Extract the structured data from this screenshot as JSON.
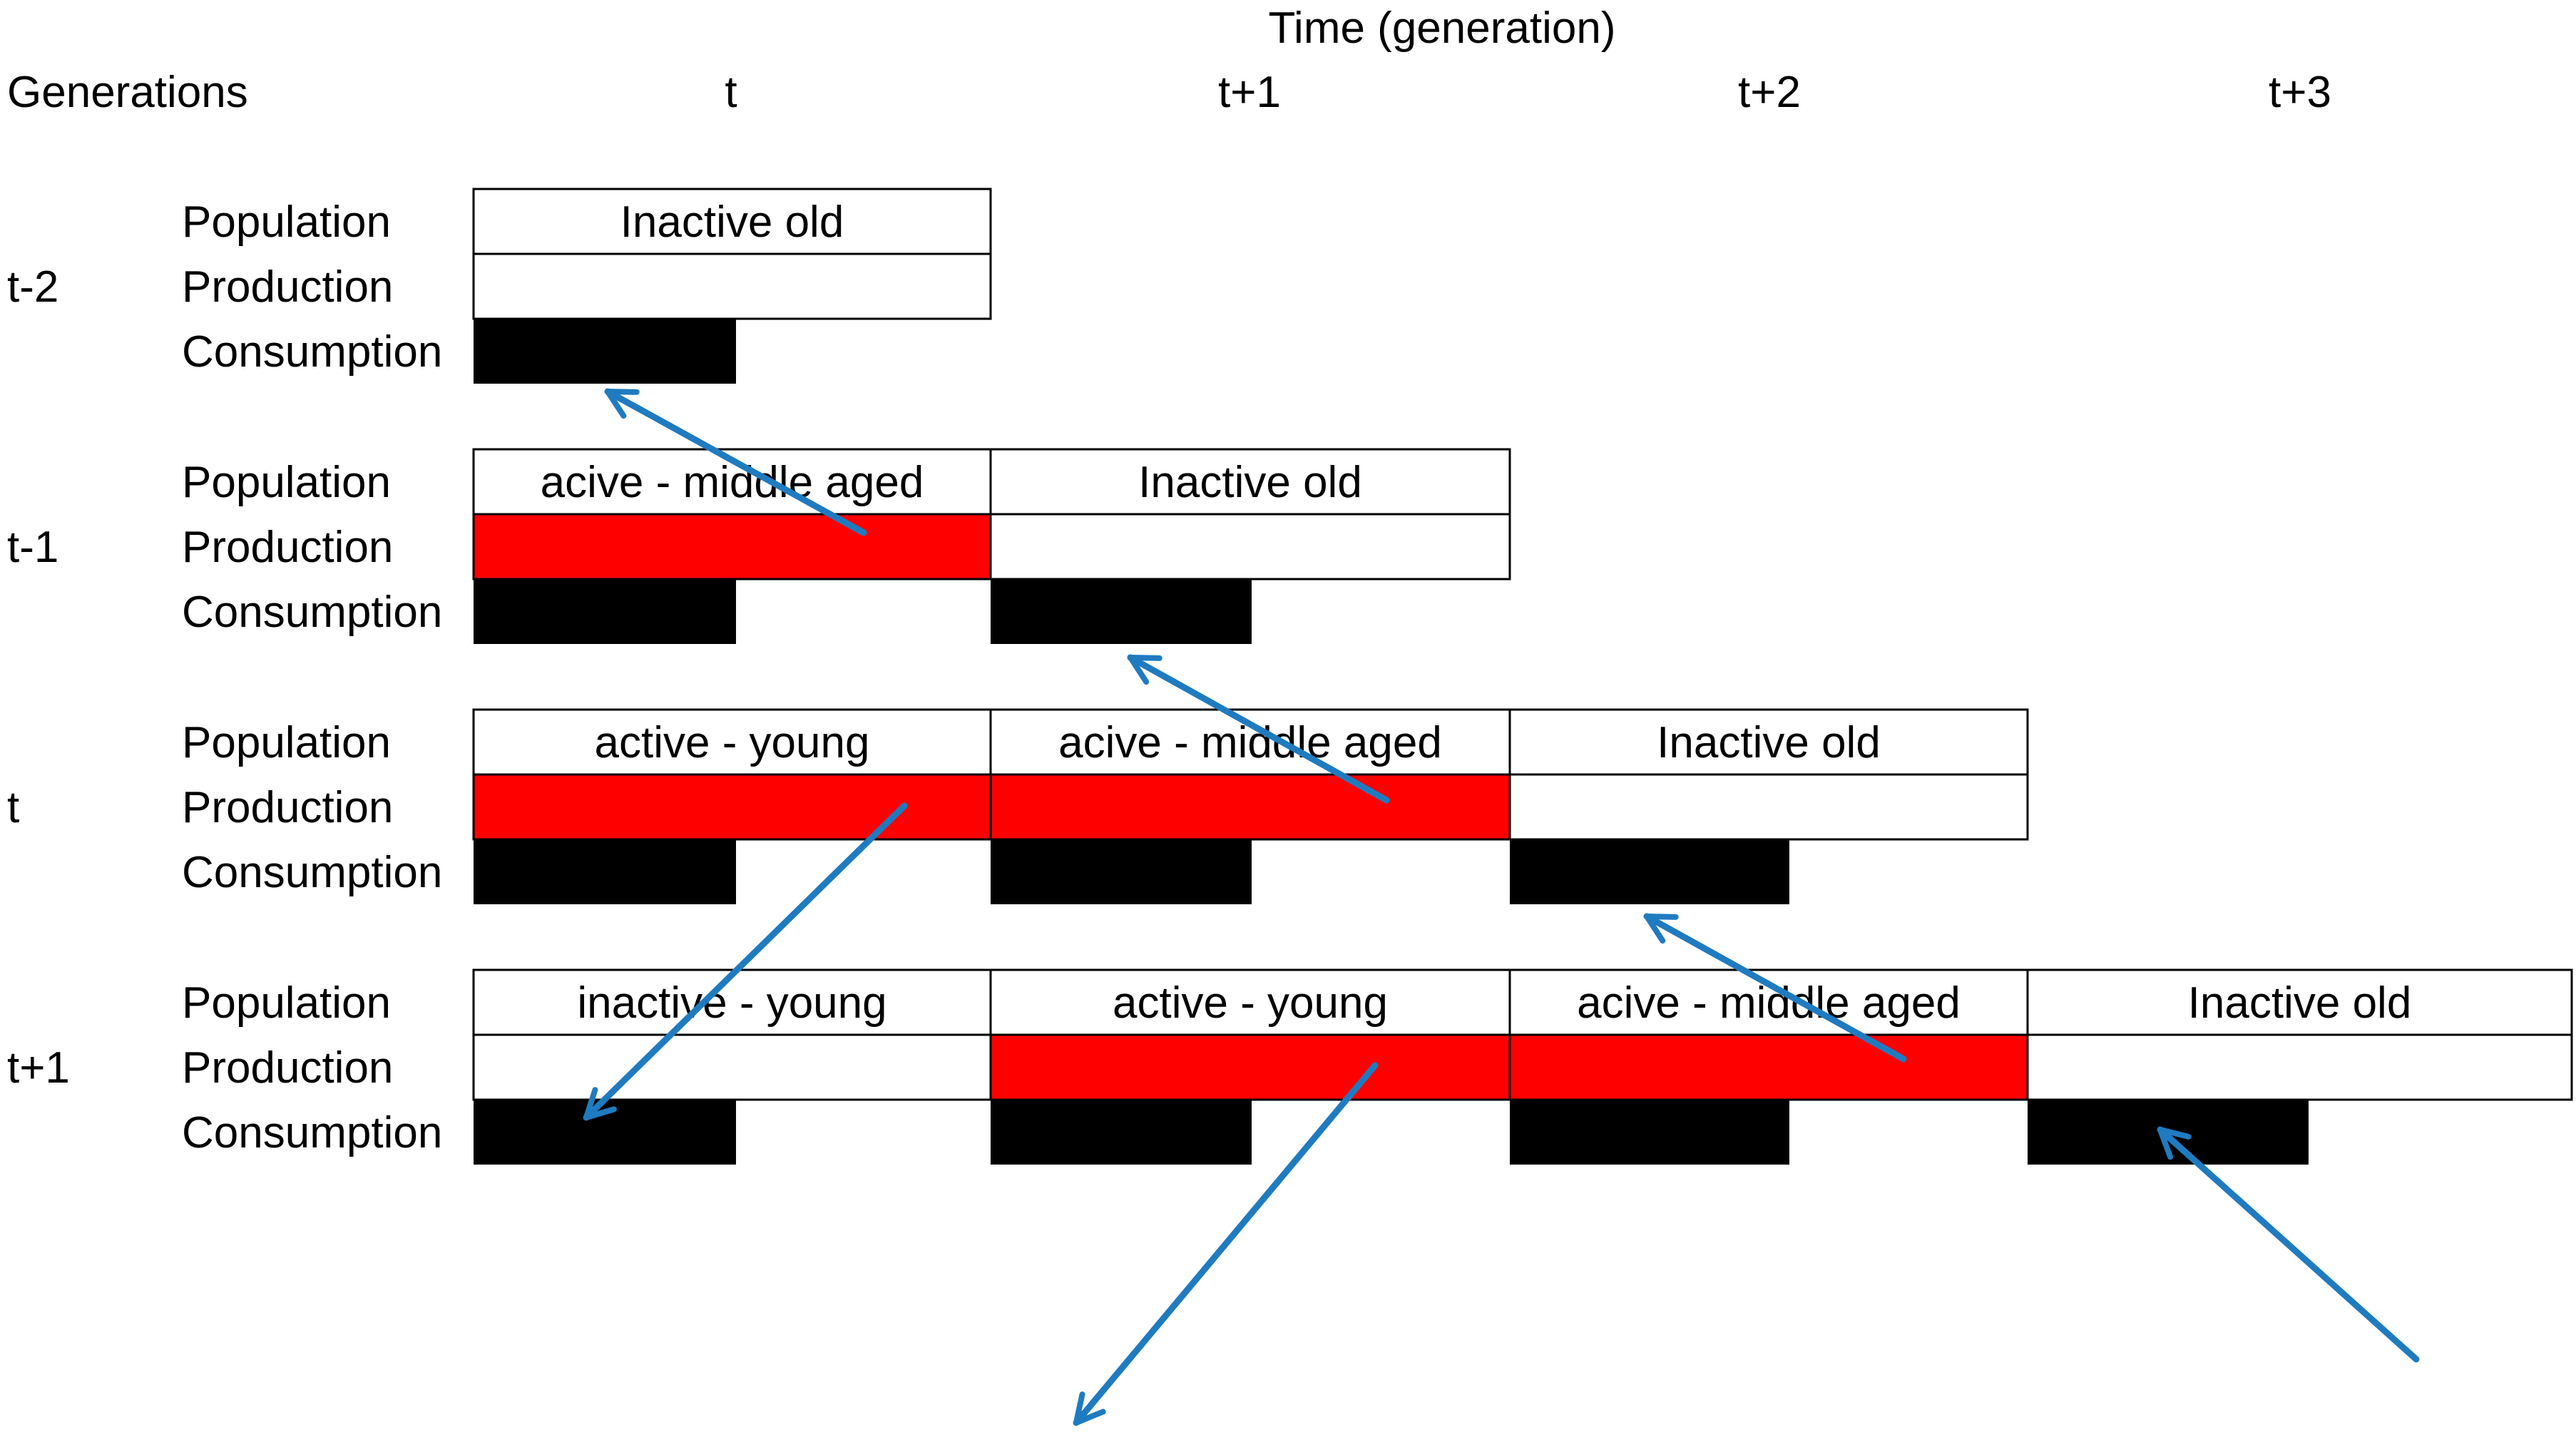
{
  "header": {
    "time_title": "Time (generation)",
    "generations_label": "Generations",
    "time_columns": [
      "t",
      "t+1",
      "t+2",
      "t+3"
    ]
  },
  "row_labels": [
    "Population",
    "Production",
    "Consumption"
  ],
  "generations": [
    {
      "name": "t-2",
      "cells": [
        {
          "column": "t",
          "population": "Inactive old",
          "production_active": false,
          "consumption": true
        }
      ]
    },
    {
      "name": "t-1",
      "cells": [
        {
          "column": "t",
          "population": "acive - middle aged",
          "production_active": true,
          "consumption": true
        },
        {
          "column": "t+1",
          "population": "Inactive old",
          "production_active": false,
          "consumption": true
        }
      ]
    },
    {
      "name": "t",
      "cells": [
        {
          "column": "t",
          "population": "active - young",
          "production_active": true,
          "consumption": true
        },
        {
          "column": "t+1",
          "population": "acive - middle aged",
          "production_active": true,
          "consumption": true
        },
        {
          "column": "t+2",
          "population": "Inactive old",
          "production_active": false,
          "consumption": true
        }
      ]
    },
    {
      "name": "t+1",
      "cells": [
        {
          "column": "t",
          "population": "inactive - young",
          "production_active": false,
          "consumption": true
        },
        {
          "column": "t+1",
          "population": "active - young",
          "production_active": true,
          "consumption": true
        },
        {
          "column": "t+2",
          "population": "acive - middle aged",
          "production_active": true,
          "consumption": true
        },
        {
          "column": "t+3",
          "population": "Inactive old",
          "production_active": false,
          "consumption": true
        }
      ]
    }
  ],
  "arrows": [
    {
      "from": "t-1 / t production",
      "to": "t-2 / t consumption"
    },
    {
      "from": "t / t+1 production",
      "to": "t-1 / t+1 consumption"
    },
    {
      "from": "t / t production",
      "to": "t+1 / t consumption"
    },
    {
      "from": "t+1 / t+2 production",
      "to": "t / t+2 consumption"
    },
    {
      "from": "t+1 / t+1 production",
      "to": "next generation"
    },
    {
      "from": "next generation",
      "to": "t+1 / t+3 consumption"
    }
  ],
  "colors": {
    "production_active": "#ff0000",
    "consumption": "#000000",
    "arrow": "#1f7bc0",
    "cell_border": "#000000",
    "background": "#ffffff"
  }
}
